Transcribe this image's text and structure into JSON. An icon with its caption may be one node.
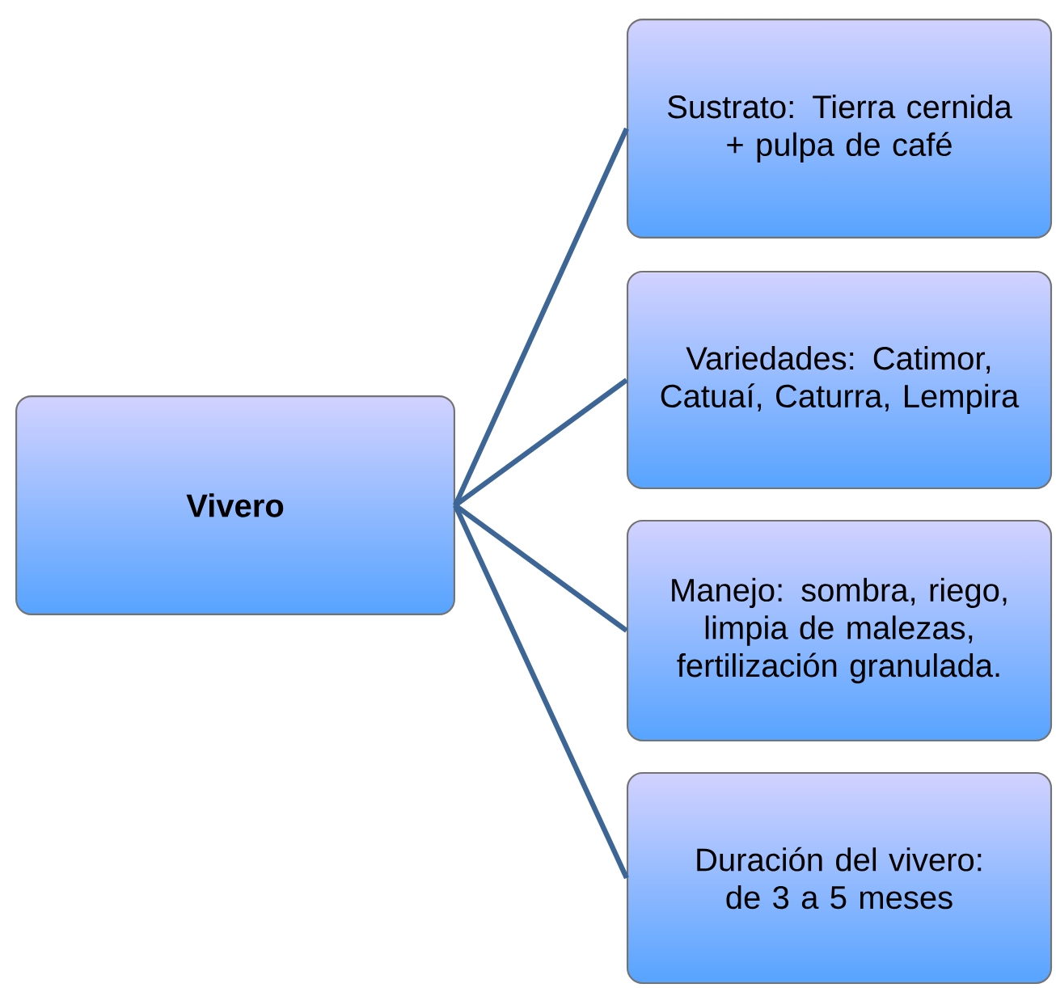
{
  "diagram": {
    "nodes": [
      {
        "text": [
          "**Vivero**"
        ]
      },
      {
        "text": [
          "Sustrato: Tierra cernida + pulpa de café"
        ]
      },
      {
        "text": [
          "Variedades: Catimor, Catuaí, Caturra, Lempira"
        ]
      },
      {
        "text": [
          "Manejo: sombra, riego, limpia de malezas, fertilización granulada."
        ]
      },
      {
        "text": [
          "Duración del vivero: de 3 a 5 meses"
        ]
      }
    ],
    "edges": [
      {
        "from": 0,
        "to": 1,
        "arrow": "none"
      },
      {
        "from": 0,
        "to": 2,
        "arrow": "none"
      },
      {
        "from": 0,
        "to": 3,
        "arrow": "none"
      },
      {
        "from": 0,
        "to": 4,
        "arrow": "none"
      }
    ]
  }
}
